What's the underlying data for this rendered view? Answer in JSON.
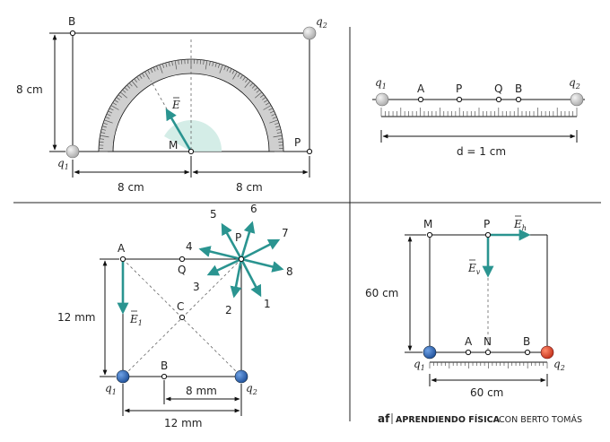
{
  "colors": {
    "arrow": "#2a9490",
    "charge_gray": "#cfcfcf",
    "charge_blue": "#2f6db5",
    "charge_red": "#e04a2a",
    "protractor_fill": "#cdeae3"
  },
  "panel1": {
    "label_B": "B",
    "label_q2": "q",
    "label_q2_sub": "2",
    "label_q1": "q",
    "label_q1_sub": "1",
    "label_M": "M",
    "label_P": "P",
    "label_E": "E",
    "dim_vertical": "8 cm",
    "dim_left": "8 cm",
    "dim_right": "8 cm"
  },
  "panel2": {
    "label_q1": "q",
    "label_q1_sub": "1",
    "label_q2": "q",
    "label_q2_sub": "2",
    "points": [
      "A",
      "P",
      "Q",
      "B"
    ],
    "distance": "d = 1 cm"
  },
  "panel3": {
    "label_A": "A",
    "label_Q": "Q",
    "label_P": "P",
    "label_C": "C",
    "label_B": "B",
    "label_E1": "E",
    "label_E1_sub": "1",
    "label_q1": "q",
    "label_q1_sub": "1",
    "label_q2": "q",
    "label_q2_sub": "2",
    "dim_vertical": "12 mm",
    "dim_inner": "8 mm",
    "dim_bottom": "12 mm",
    "vectors": [
      "1",
      "2",
      "3",
      "4",
      "5",
      "6",
      "7",
      "8"
    ]
  },
  "panel4": {
    "label_M": "M",
    "label_P": "P",
    "label_Eh": "E",
    "label_Eh_sub": "h",
    "label_Ev": "E",
    "label_Ev_sub": "v",
    "label_A": "A",
    "label_N": "N",
    "label_B": "B",
    "label_q1": "q",
    "label_q1_sub": "1",
    "label_q2": "q",
    "label_q2_sub": "2",
    "dim_vertical": "60 cm",
    "dim_bottom": "60 cm"
  },
  "brand": {
    "logo": "af",
    "title": "APRENDIENDO FÍSICA",
    "subtitle": "CON BERTO TOMÁS"
  }
}
